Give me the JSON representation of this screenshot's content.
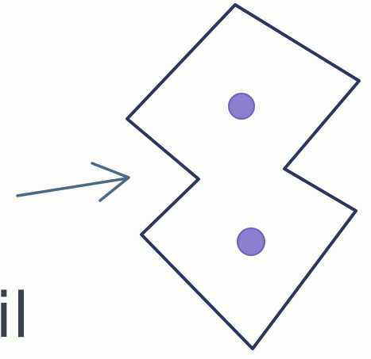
{
  "diagram": {
    "shape_count": 2,
    "dot_count": 2,
    "arrow_direction": "right",
    "visible_text": "il"
  },
  "colors": {
    "background": "#fdfdfb",
    "cell_fill": "#ffffff",
    "outline": "#2c3560",
    "arrow": "#4a6a86",
    "dot_fill": "#8c7fd1",
    "dot_edge": "#6b62b8",
    "text": "#39424d"
  }
}
